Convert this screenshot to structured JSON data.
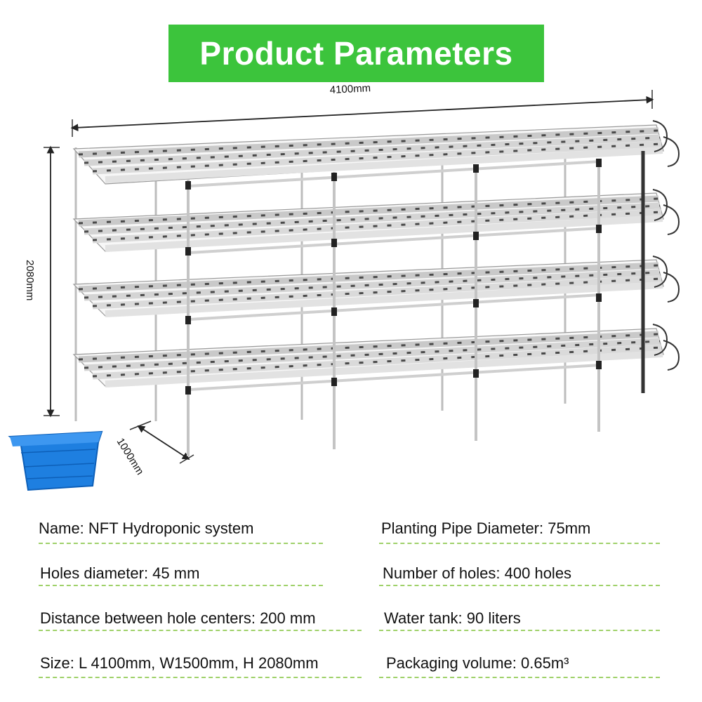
{
  "title": "Product Parameters",
  "colors": {
    "banner": "#3cc43c",
    "tank": "#1e7fe0",
    "divider": "#9fd16a"
  },
  "dimensions": {
    "length": "4100mm",
    "height": "2080mm",
    "depth": "1000mm"
  },
  "icons": [
    "hydroponic-rack-illustration",
    "water-tank-icon"
  ],
  "specs": {
    "left": [
      "Name: NFT Hydroponic system",
      "Holes diameter: 45 mm",
      "Distance between hole centers: 200 mm",
      "Size: L 4100mm, W1500mm, H 2080mm"
    ],
    "right": [
      "Planting Pipe Diameter: 75mm",
      "Number of holes: 400 holes",
      "Water tank: 90 liters",
      "Packaging volume: 0.65m³"
    ]
  }
}
